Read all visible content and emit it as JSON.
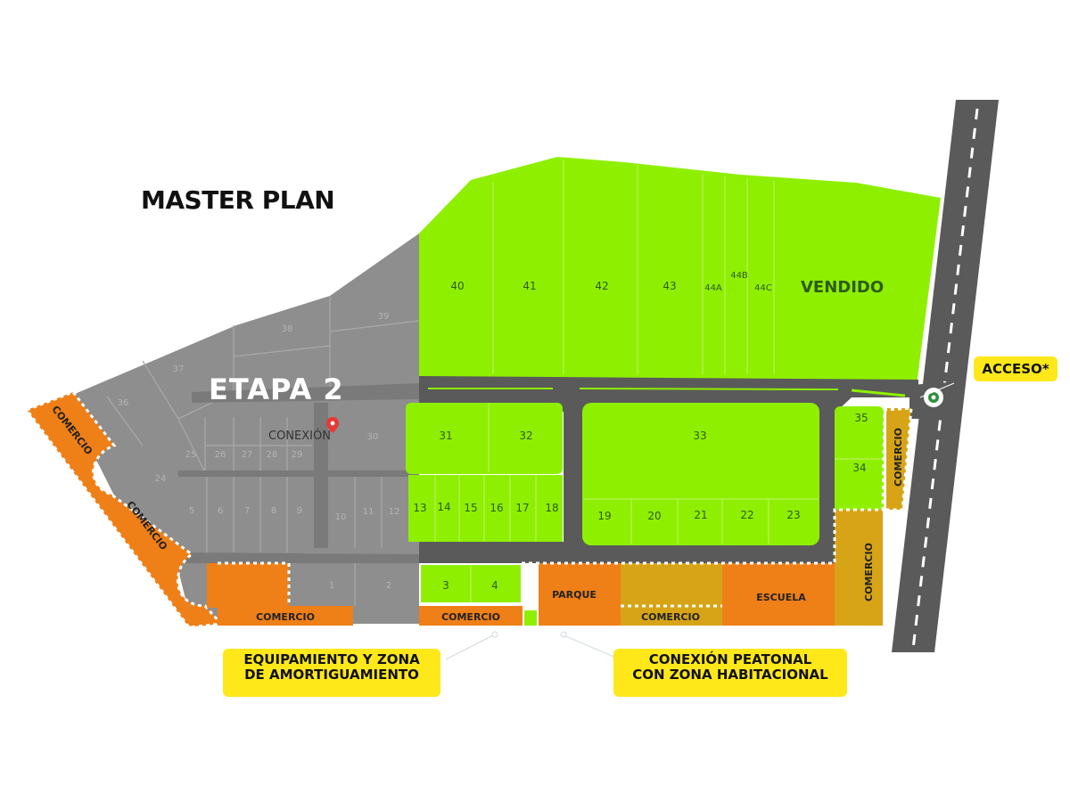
{
  "title": "MASTER PLAN",
  "stage_label": "ETAPA 2",
  "sold_label": "VENDIDO",
  "conexion_label": "CONEXIÓN",
  "colors": {
    "sold_green": "#8ef000",
    "stage2_gray": "#8e8e8e",
    "commercial_orange": "#ef7f17",
    "mustard": "#d7a417",
    "road": "#5a5a5a",
    "callout_yellow": "#ffe81a",
    "pin_red": "#e53935"
  },
  "stage2_lots": [
    "1",
    "2",
    "5",
    "6",
    "7",
    "8",
    "9",
    "10",
    "11",
    "12",
    "24",
    "25",
    "26",
    "27",
    "28",
    "29",
    "30",
    "36",
    "37",
    "38",
    "39"
  ],
  "sold_lots": [
    "3",
    "4",
    "13",
    "14",
    "15",
    "16",
    "17",
    "18",
    "19",
    "20",
    "21",
    "22",
    "23",
    "31",
    "32",
    "33",
    "34",
    "35",
    "40",
    "41",
    "42",
    "43",
    "44A",
    "44B",
    "44C"
  ],
  "zones": {
    "comercio": "COMERCIO",
    "parque": "PARQUE",
    "escuela": "ESCUELA"
  },
  "callouts": {
    "acceso": "ACCESO*",
    "equipamiento": [
      "EQUIPAMIENTO Y ZONA",
      "DE AMORTIGUAMIENTO"
    ],
    "peatonal": [
      "CONEXIÓN PEATONAL",
      "CON ZONA HABITACIONAL"
    ]
  },
  "icons": {
    "pin": "map-pin-icon",
    "access": "access-point-icon"
  }
}
